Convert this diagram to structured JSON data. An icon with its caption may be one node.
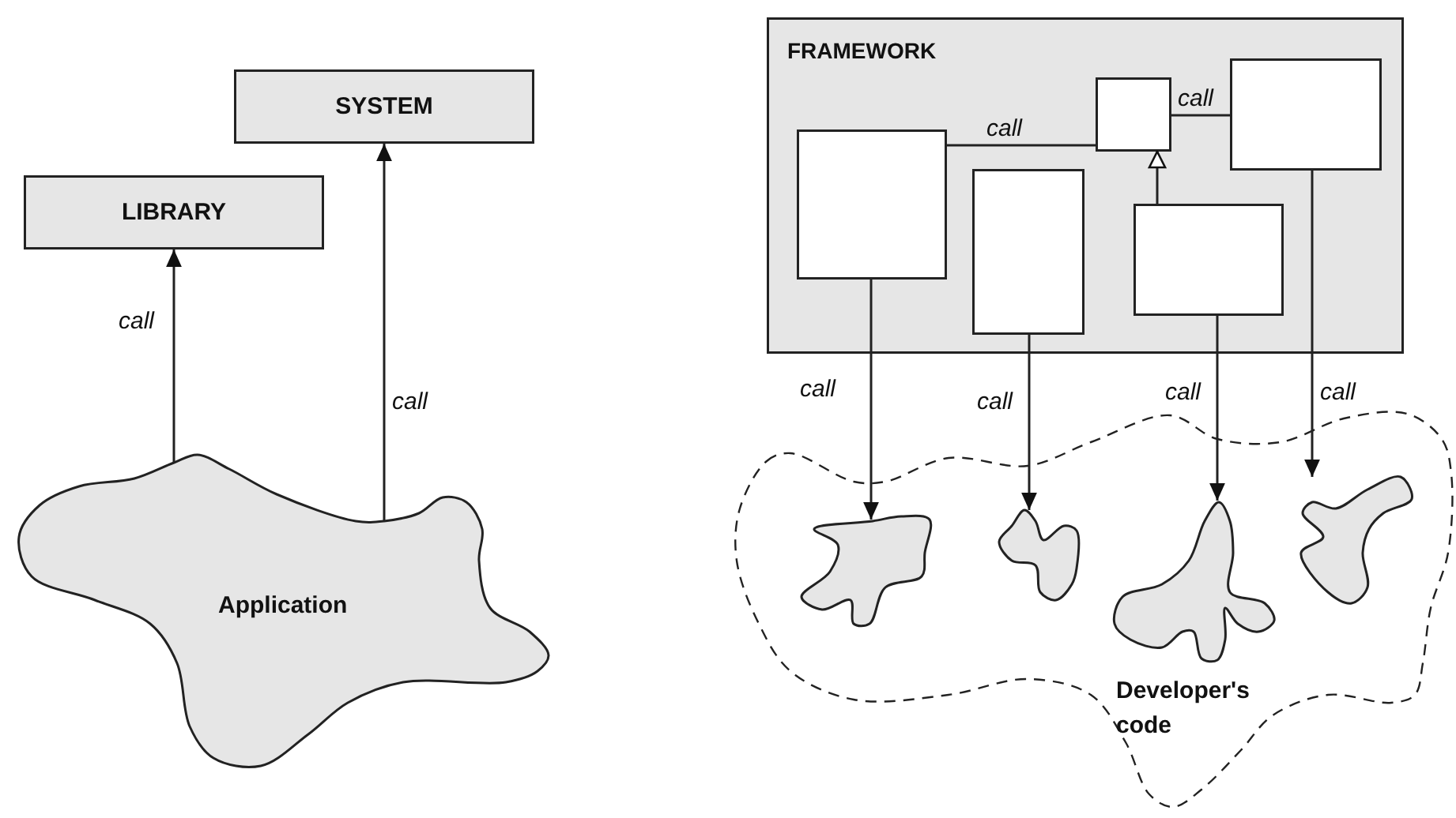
{
  "diagram": {
    "nodes": [
      {
        "text": [
          "SYSTEM"
        ]
      },
      {
        "text": [
          "LIBRARY"
        ]
      },
      {
        "text": [
          "Application"
        ]
      },
      {
        "text": [
          "FRAMEWORK"
        ]
      },
      {
        "text": [],
        "shape": "box",
        "in": 3
      },
      {
        "text": [],
        "shape": "box",
        "in": 3
      },
      {
        "text": [],
        "shape": "box",
        "in": 3
      },
      {
        "text": [],
        "shape": "box",
        "in": 3
      },
      {
        "text": [],
        "shape": "box",
        "in": 3
      },
      {
        "text": [
          "Developer's code"
        ]
      },
      {
        "text": [],
        "shape": "cloud",
        "in": 9
      },
      {
        "text": [],
        "shape": "cloud",
        "in": 9
      },
      {
        "text": [],
        "shape": "cloud",
        "in": 9
      },
      {
        "text": [],
        "shape": "cloud",
        "in": 9
      }
    ],
    "edges": [
      {
        "from": 2,
        "to": 1,
        "arrow": "to",
        "label": "call"
      },
      {
        "from": 2,
        "to": 0,
        "arrow": "to",
        "label": "call"
      },
      {
        "from": 4,
        "to": 5,
        "arrow": "none",
        "label": "call"
      },
      {
        "from": 5,
        "to": 6,
        "arrow": "none",
        "label": "call"
      },
      {
        "from": 8,
        "to": 5,
        "arrow": "to"
      },
      {
        "from": 4,
        "to": 10,
        "arrow": "to",
        "label": "call"
      },
      {
        "from": 7,
        "to": 11,
        "arrow": "to",
        "label": "call"
      },
      {
        "from": 8,
        "to": 12,
        "arrow": "to",
        "label": "call"
      },
      {
        "from": 6,
        "to": 13,
        "arrow": "to",
        "label": "call"
      }
    ]
  }
}
